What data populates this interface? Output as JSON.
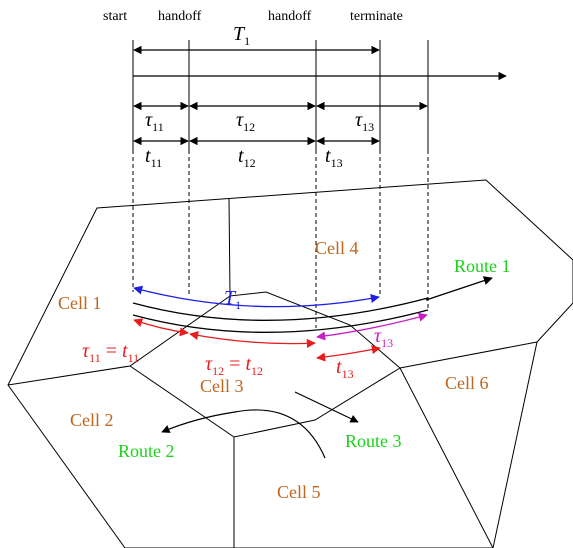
{
  "header": {
    "start": "start",
    "handoff1": "handoff",
    "handoff2": "handoff",
    "terminate": "terminate"
  },
  "timeline": {
    "T1": {
      "sym": "T",
      "sub": "1"
    },
    "tau": [
      {
        "sym": "τ",
        "sub": "11"
      },
      {
        "sym": "τ",
        "sub": "12"
      },
      {
        "sym": "τ",
        "sub": "13"
      }
    ],
    "t": [
      {
        "sym": "t",
        "sub": "11"
      },
      {
        "sym": "t",
        "sub": "12"
      },
      {
        "sym": "t",
        "sub": "13"
      }
    ]
  },
  "cells": [
    "Cell 1",
    "Cell 2",
    "Cell 3",
    "Cell 4",
    "Cell 5",
    "Cell 6"
  ],
  "routes": [
    "Route 1",
    "Route 2",
    "Route 3"
  ],
  "annotations": {
    "T1_arc": {
      "sym": "T",
      "sub": "1"
    },
    "eq11": {
      "lhs": "τ",
      "lhs_sub": "11",
      "eq": " = ",
      "rhs": "t",
      "rhs_sub": "11"
    },
    "eq12": {
      "lhs": "τ",
      "lhs_sub": "12",
      "eq": " = ",
      "rhs": "t",
      "rhs_sub": "12"
    },
    "tau13": {
      "sym": "τ",
      "sub": "13"
    },
    "t13": {
      "sym": "t",
      "sub": "13"
    }
  },
  "colors": {
    "cell_label": "#c0651c",
    "route_label": "#19d219",
    "blue": "#1e1ee6",
    "red": "#e61e1e",
    "magenta": "#c81ec8",
    "black": "#000000"
  }
}
